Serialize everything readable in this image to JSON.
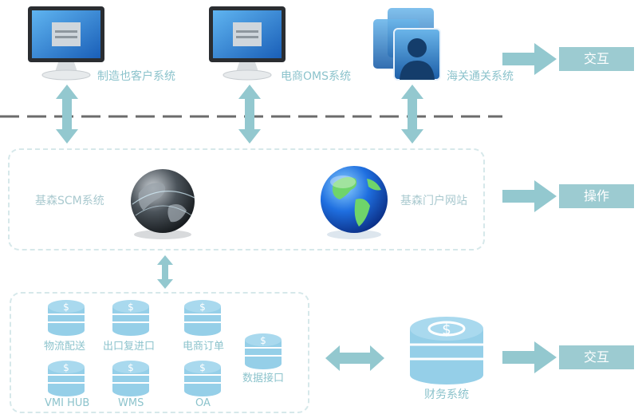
{
  "top_systems": [
    {
      "label": "制造也客户系统",
      "icon": "monitor-icon"
    },
    {
      "label": "电商OMS系统",
      "icon": "monitor-icon"
    },
    {
      "label": "海关通关系统",
      "icon": "users-icon"
    }
  ],
  "middle_systems": [
    {
      "label": "基森SCM系统",
      "icon": "dark-globe-icon"
    },
    {
      "label": "基森门户网站",
      "icon": "blue-globe-icon"
    }
  ],
  "bottom_modules": [
    {
      "label": "物流配送",
      "icon": "coin-stack-icon"
    },
    {
      "label": "出口复进口",
      "icon": "coin-stack-icon"
    },
    {
      "label": "电商订单",
      "icon": "coin-stack-icon"
    },
    {
      "label": "数据接口",
      "icon": "coin-stack-icon"
    },
    {
      "label": "VMI HUB",
      "icon": "coin-stack-icon"
    },
    {
      "label": "WMS",
      "icon": "coin-stack-icon"
    },
    {
      "label": "OA",
      "icon": "coin-stack-icon"
    }
  ],
  "finance": {
    "label": "财务系统",
    "icon": "coin-stack-icon"
  },
  "side_tags": [
    "交互",
    "操作",
    "交互"
  ],
  "colors": {
    "accent": "#9ccbd1",
    "text": "#8cc3cc",
    "dashed_border": "#d6e8ea",
    "divider": "#6b6b6b"
  }
}
